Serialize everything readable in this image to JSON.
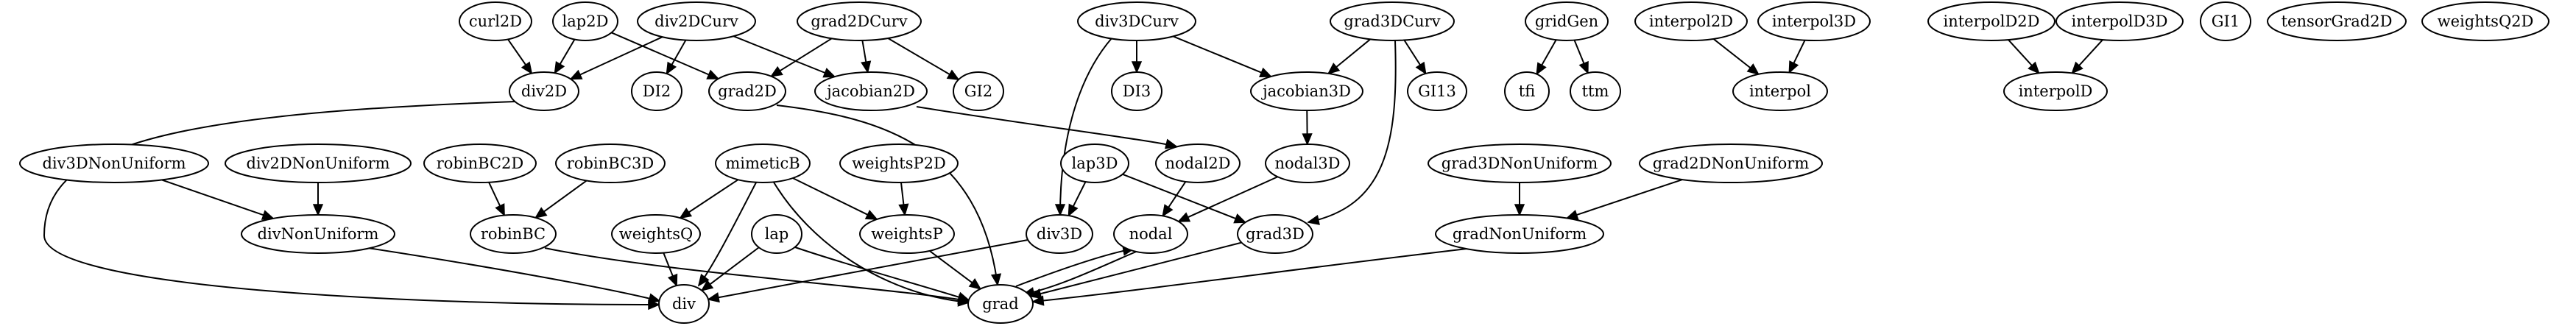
{
  "graph": {
    "nodes": [
      {
        "id": "curl2D",
        "label": "curl2D"
      },
      {
        "id": "lap2D",
        "label": "lap2D"
      },
      {
        "id": "div2DCurv",
        "label": "div2DCurv"
      },
      {
        "id": "grad2DCurv",
        "label": "grad2DCurv"
      },
      {
        "id": "div3DCurv",
        "label": "div3DCurv"
      },
      {
        "id": "grad3DCurv",
        "label": "grad3DCurv"
      },
      {
        "id": "gridGen",
        "label": "gridGen"
      },
      {
        "id": "interpol2D",
        "label": "interpol2D"
      },
      {
        "id": "interpol3D",
        "label": "interpol3D"
      },
      {
        "id": "interpolD2D",
        "label": "interpolD2D"
      },
      {
        "id": "interpolD3D",
        "label": "interpolD3D"
      },
      {
        "id": "GI1",
        "label": "GI1"
      },
      {
        "id": "tensorGrad2D",
        "label": "tensorGrad2D"
      },
      {
        "id": "weightsQ2D",
        "label": "weightsQ2D"
      },
      {
        "id": "div2D",
        "label": "div2D"
      },
      {
        "id": "DI2",
        "label": "DI2"
      },
      {
        "id": "grad2D",
        "label": "grad2D"
      },
      {
        "id": "jacobian2D",
        "label": "jacobian2D"
      },
      {
        "id": "GI2",
        "label": "GI2"
      },
      {
        "id": "DI3",
        "label": "DI3"
      },
      {
        "id": "jacobian3D",
        "label": "jacobian3D"
      },
      {
        "id": "GI13",
        "label": "GI13"
      },
      {
        "id": "tfi",
        "label": "tfi"
      },
      {
        "id": "ttm",
        "label": "ttm"
      },
      {
        "id": "interpol",
        "label": "interpol"
      },
      {
        "id": "interpolD",
        "label": "interpolD"
      },
      {
        "id": "div3DNonUniform",
        "label": "div3DNonUniform"
      },
      {
        "id": "div2DNonUniform",
        "label": "div2DNonUniform"
      },
      {
        "id": "robinBC2D",
        "label": "robinBC2D"
      },
      {
        "id": "robinBC3D",
        "label": "robinBC3D"
      },
      {
        "id": "mimeticB",
        "label": "mimeticB"
      },
      {
        "id": "weightsP2D",
        "label": "weightsP2D"
      },
      {
        "id": "lap3D",
        "label": "lap3D"
      },
      {
        "id": "nodal2D",
        "label": "nodal2D"
      },
      {
        "id": "nodal3D",
        "label": "nodal3D"
      },
      {
        "id": "grad3DNonUniform",
        "label": "grad3DNonUniform"
      },
      {
        "id": "grad2DNonUniform",
        "label": "grad2DNonUniform"
      },
      {
        "id": "divNonUniform",
        "label": "divNonUniform"
      },
      {
        "id": "robinBC",
        "label": "robinBC"
      },
      {
        "id": "weightsQ",
        "label": "weightsQ"
      },
      {
        "id": "weightsP",
        "label": "weightsP"
      },
      {
        "id": "lap",
        "label": "lap"
      },
      {
        "id": "div3D",
        "label": "div3D"
      },
      {
        "id": "nodal",
        "label": "nodal"
      },
      {
        "id": "grad3D",
        "label": "grad3D"
      },
      {
        "id": "gradNonUniform",
        "label": "gradNonUniform"
      },
      {
        "id": "div",
        "label": "div"
      },
      {
        "id": "grad",
        "label": "grad"
      }
    ],
    "edges": [
      {
        "from": "curl2D",
        "to": "div2D"
      },
      {
        "from": "lap2D",
        "to": "div2D"
      },
      {
        "from": "lap2D",
        "to": "grad2D"
      },
      {
        "from": "div2DCurv",
        "to": "div2D"
      },
      {
        "from": "div2DCurv",
        "to": "DI2"
      },
      {
        "from": "div2DCurv",
        "to": "jacobian2D"
      },
      {
        "from": "grad2DCurv",
        "to": "grad2D"
      },
      {
        "from": "grad2DCurv",
        "to": "jacobian2D"
      },
      {
        "from": "grad2DCurv",
        "to": "GI2"
      },
      {
        "from": "div3DCurv",
        "to": "DI3"
      },
      {
        "from": "div3DCurv",
        "to": "jacobian3D"
      },
      {
        "from": "div3DCurv",
        "to": "div3D"
      },
      {
        "from": "grad3DCurv",
        "to": "jacobian3D"
      },
      {
        "from": "grad3DCurv",
        "to": "GI13"
      },
      {
        "from": "grad3DCurv",
        "to": "grad3D"
      },
      {
        "from": "gridGen",
        "to": "tfi"
      },
      {
        "from": "gridGen",
        "to": "ttm"
      },
      {
        "from": "interpol2D",
        "to": "interpol"
      },
      {
        "from": "interpol3D",
        "to": "interpol"
      },
      {
        "from": "interpolD2D",
        "to": "interpolD"
      },
      {
        "from": "interpolD3D",
        "to": "interpolD"
      },
      {
        "from": "div2D",
        "to": "div"
      },
      {
        "from": "grad2D",
        "to": "grad"
      },
      {
        "from": "jacobian2D",
        "to": "nodal2D"
      },
      {
        "from": "jacobian3D",
        "to": "nodal3D"
      },
      {
        "from": "div3DNonUniform",
        "to": "divNonUniform"
      },
      {
        "from": "div2DNonUniform",
        "to": "divNonUniform"
      },
      {
        "from": "robinBC2D",
        "to": "robinBC"
      },
      {
        "from": "robinBC3D",
        "to": "robinBC"
      },
      {
        "from": "mimeticB",
        "to": "weightsQ"
      },
      {
        "from": "mimeticB",
        "to": "weightsP"
      },
      {
        "from": "mimeticB",
        "to": "div"
      },
      {
        "from": "mimeticB",
        "to": "grad"
      },
      {
        "from": "weightsP2D",
        "to": "weightsP"
      },
      {
        "from": "lap3D",
        "to": "div3D"
      },
      {
        "from": "lap3D",
        "to": "grad3D"
      },
      {
        "from": "nodal2D",
        "to": "nodal"
      },
      {
        "from": "nodal3D",
        "to": "nodal"
      },
      {
        "from": "grad3DNonUniform",
        "to": "gradNonUniform"
      },
      {
        "from": "grad2DNonUniform",
        "to": "gradNonUniform"
      },
      {
        "from": "divNonUniform",
        "to": "div"
      },
      {
        "from": "robinBC",
        "to": "grad"
      },
      {
        "from": "weightsQ",
        "to": "div"
      },
      {
        "from": "weightsP",
        "to": "grad"
      },
      {
        "from": "lap",
        "to": "div"
      },
      {
        "from": "lap",
        "to": "grad"
      },
      {
        "from": "div3D",
        "to": "div"
      },
      {
        "from": "nodal",
        "to": "grad"
      },
      {
        "from": "grad",
        "to": "nodal"
      },
      {
        "from": "grad3D",
        "to": "grad"
      },
      {
        "from": "gradNonUniform",
        "to": "grad"
      }
    ]
  }
}
